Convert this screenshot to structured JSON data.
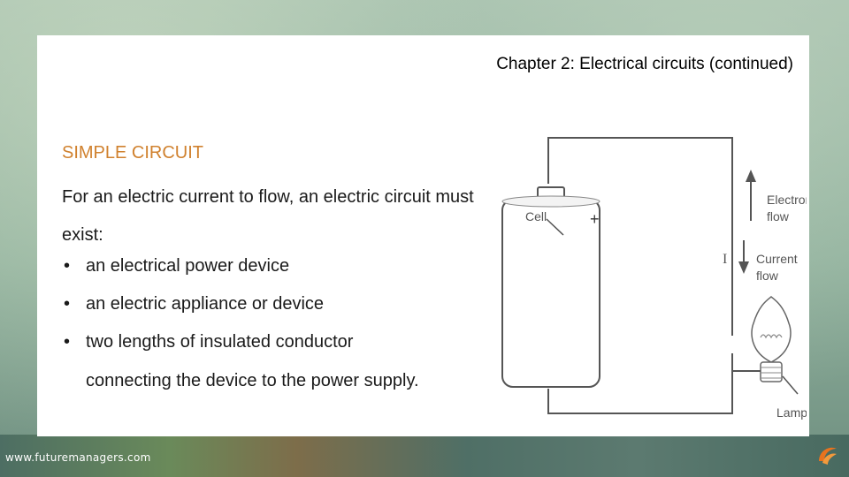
{
  "slide": {
    "title": "Chapter 2: Electrical circuits (continued)",
    "heading": "SIMPLE CIRCUIT",
    "intro": "For an electric current to flow, an electric circuit must exist:",
    "bullets": [
      "an electrical power device",
      "an electric appliance or device",
      "two lengths of insulated conductor"
    ],
    "bullet_continuation": "connecting the device to the power supply."
  },
  "diagram": {
    "cell_label": "Cell",
    "plus": "+",
    "minus": "−",
    "current_symbol": "I",
    "electron_flow_label_1": "Electron",
    "electron_flow_label_2": "flow",
    "current_flow_label_1": "Current",
    "current_flow_label_2": "flow",
    "lamp_label": "Lamp"
  },
  "footer": {
    "url": "www.futuremanagers.com"
  },
  "colors": {
    "heading": "#d0812e",
    "logo": "#e8731e"
  }
}
